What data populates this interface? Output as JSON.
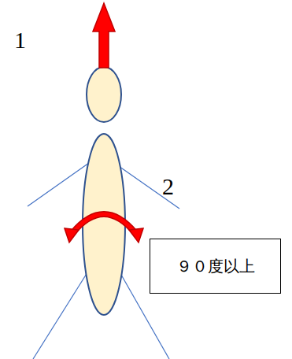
{
  "diagram": {
    "nodes": [
      {
        "text": [
          "９０度以上"
        ]
      }
    ],
    "labels": [
      "1",
      "2"
    ]
  }
}
